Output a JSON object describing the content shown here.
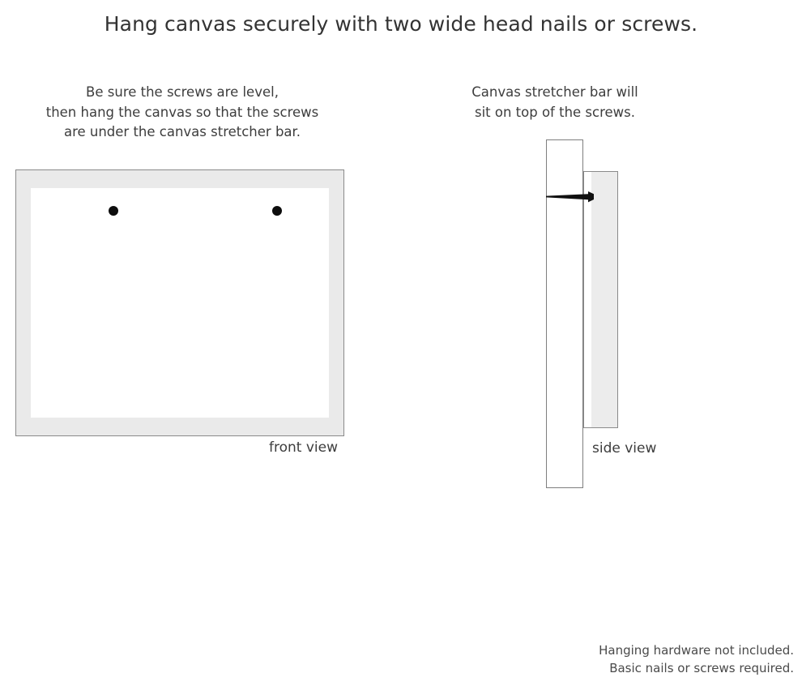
{
  "headline": "Hang canvas securely with two wide head nails or screws.",
  "captions": {
    "left": {
      "line1": "Be sure the screws are level,",
      "line2": "then hang the canvas so that the screws",
      "line3": "are under the canvas stretcher bar."
    },
    "right": {
      "line1": "Canvas stretcher bar will",
      "line2": "sit on top of the screws."
    }
  },
  "labels": {
    "front_view": "front view",
    "side_view": "side view"
  },
  "footer": {
    "line1": "Hanging hardware not included.",
    "line2": "Basic nails or screws required."
  },
  "colors": {
    "background": "#ffffff",
    "text": "#3a3a3a",
    "frame_fill": "#eaeaea",
    "frame_border": "#8a8a8a",
    "canvas_fill": "#ffffff",
    "screw_dot": "#0d0d0d",
    "wall_border": "#7f7f7f",
    "stretcher_fill": "#ececec",
    "nail": "#101010"
  },
  "diagrams": {
    "front_view": {
      "screw_count": 2,
      "screw_positions": [
        "left",
        "right"
      ]
    },
    "side_view": {
      "parts": [
        "wall",
        "stretcher-bar-profile",
        "nail"
      ]
    }
  }
}
